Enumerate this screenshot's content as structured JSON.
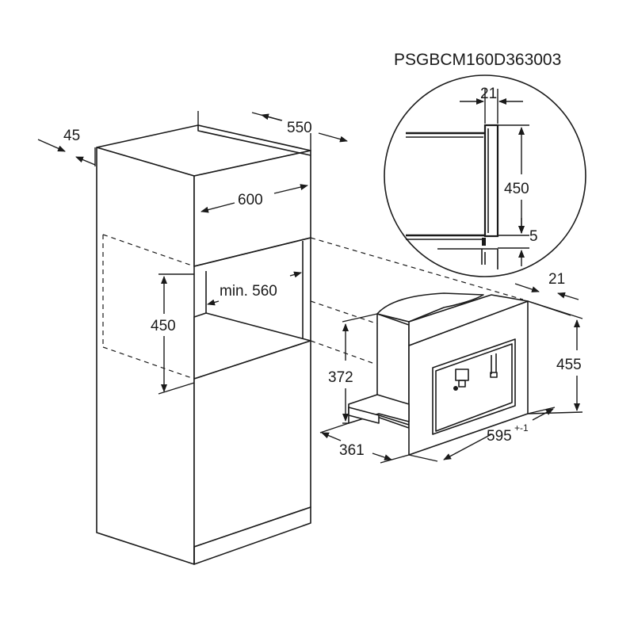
{
  "model_code": "PSGBCM160D363003",
  "dimensions": {
    "cabinet_side_depth": "45",
    "cabinet_depth": "550",
    "cabinet_width": "600",
    "niche_min_width": "min. 560",
    "niche_height": "450",
    "detail_gap": "21",
    "detail_height": "450",
    "detail_offset": "5",
    "appliance_frame_depth": "21",
    "appliance_height": "455",
    "appliance_body_height": "372",
    "appliance_depth": "361",
    "appliance_width": "595",
    "appliance_width_tolerance": "+-1"
  }
}
